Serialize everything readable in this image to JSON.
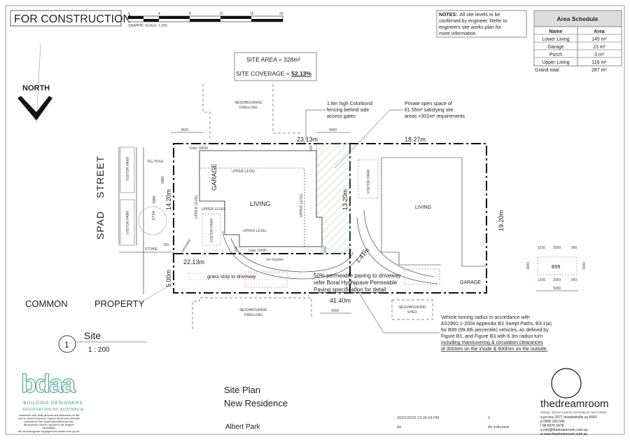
{
  "header": {
    "status": "FOR CONSTRUCTION",
    "scale_ticks": [
      "0",
      "4",
      "8",
      "12",
      "16",
      "20"
    ],
    "scale_label": "GRAPHIC SCALE: 1:200"
  },
  "site_info": {
    "area": "SITE AREA = 328m²",
    "coverage_label": "SITE COVERAGE = ",
    "coverage_value": "52.13%"
  },
  "notes": {
    "title": "NOTES:",
    "lines": [
      "All site levels to be",
      "confirmed by engineer.  Refer to",
      "engineers site works plan for",
      "more information."
    ]
  },
  "area_schedule": {
    "title": "Area Schedule",
    "headers": [
      "Name",
      "Area"
    ],
    "rows": [
      [
        "Lower Living",
        "145 m²"
      ],
      [
        "Garage",
        "23 m²"
      ],
      [
        "Porch",
        "3 m²"
      ],
      [
        "Upper Living",
        "116 m²"
      ]
    ],
    "total": [
      "Grand total",
      "287 m²"
    ]
  },
  "north": "NORTH",
  "plan": {
    "street_1": "SPAD",
    "street_2": "STREET",
    "common_1": "COMMON",
    "common_2": "PROPERTY",
    "neigh_top": [
      "NEIGHBOURING",
      "DWELLING"
    ],
    "neigh_bottom": [
      "NEIGHBOURING",
      "DWELLING"
    ],
    "neigh_shed": [
      "NEIGHBOURING",
      "SHED"
    ],
    "dims": {
      "top_left": "23.13m",
      "top_right": "18.27m",
      "left": "14.20m",
      "mid": "13.20m",
      "right": "19.20m",
      "mid_bottom": "22.13m",
      "bottom": "41.40m",
      "drive": "5.00m",
      "corner": "1.41m",
      "d3420": "3420",
      "d4600": "4600",
      "d4000": "4000",
      "d910a": "910",
      "d910b": "910",
      "d910c": "910"
    },
    "labels": {
      "garage": "GARAGE",
      "living": "LIVING",
      "upper1": "UPPER LEVEL",
      "upper2": "UPPER LEVEL",
      "upper3": "UPPER LEVEL",
      "upper4": "UPPER LEVEL",
      "upper5": "UPPER LEVEL",
      "gate1": "Gate 1800h",
      "gate2": "Gate 1800h",
      "garden": "1m Garden",
      "grass": "grass strip to driveway",
      "living2": "LIVING",
      "garage2": "GARAGE",
      "visitor1": "VISITOR PARK",
      "visitor2": "VISITOR PARK",
      "visitor3": "VISITOR PARK",
      "visitor4": "VISITOR PARK",
      "tel_pole": "TEL POLE",
      "nbn1": "NBN",
      "nbn2": "NBN",
      "etsa": "ETSA",
      "stobie": "STOBIE",
      "tel": "TEL",
      "driveway": "Driveway"
    },
    "fence_note": [
      "1.8m high Colorbond",
      "fencing behind side",
      "access gates"
    ],
    "pos_note": [
      "Private open space of",
      "61.55m² satisfying site",
      "areas >301m² requirements"
    ],
    "paving_note": [
      "50% permeable paving to driveway",
      "refer Boral Hydrapave Permeable",
      "Paving specification for detail"
    ],
    "vehicle_note": [
      "Vehicle turning radius in accordance with",
      "AS2891.1-2004 Appendix B3 Swept Paths, B3.1(a)",
      "for B99 (99.8th percentile) vehicles, as defined by",
      "Figure B1, and Figure B3 with 6.3m radius turn",
      "including manouvering & circulation clearances",
      "of 300mm on the inside & 600mm on the outside."
    ],
    "b99": {
      "label": "B99",
      "d1": "1150",
      "d2": "3050",
      "d3": "900",
      "d4": "1200",
      "d5": "3050",
      "d6": "950",
      "total": "5200",
      "h1": "1940",
      "h2": "1940"
    }
  },
  "view": {
    "number": "1",
    "title": "Site",
    "scale": "1 : 200"
  },
  "bdaa": {
    "logo": "bdaa",
    "line1": "BUILDING DESIGNERS",
    "line2": "ASSOCIATION OF AUSTRALIA",
    "note": [
      "contractors note:  verify all levels and dimensions on site",
      "prior to commencing work. Figured dimensions shall take",
      "precedence over scaled dimensions and any",
      "discrepancies shall be reported to the designer",
      "immediately.",
      "NB. All drawings are copyright to the dream room pty. ltd."
    ]
  },
  "title_block": {
    "title1": "Site Plan",
    "title2": "New Residence",
    "location": "Albert Park",
    "date": "20/01/2025 12:09:24 PM",
    "drawn": "tdr",
    "sheet": "2",
    "scale": "As indicated"
  },
  "company": {
    "name": "thedreamroom",
    "tagline": "design: interior exterior renovations new homes",
    "contact": [
      "a  po box 2077 morphettville sa 5043",
      "p  0406 156 042",
      "f  08 8376 6478",
      "e  info@thedreamroom.com.au",
      "w www.thedreamroom.com.au"
    ]
  }
}
